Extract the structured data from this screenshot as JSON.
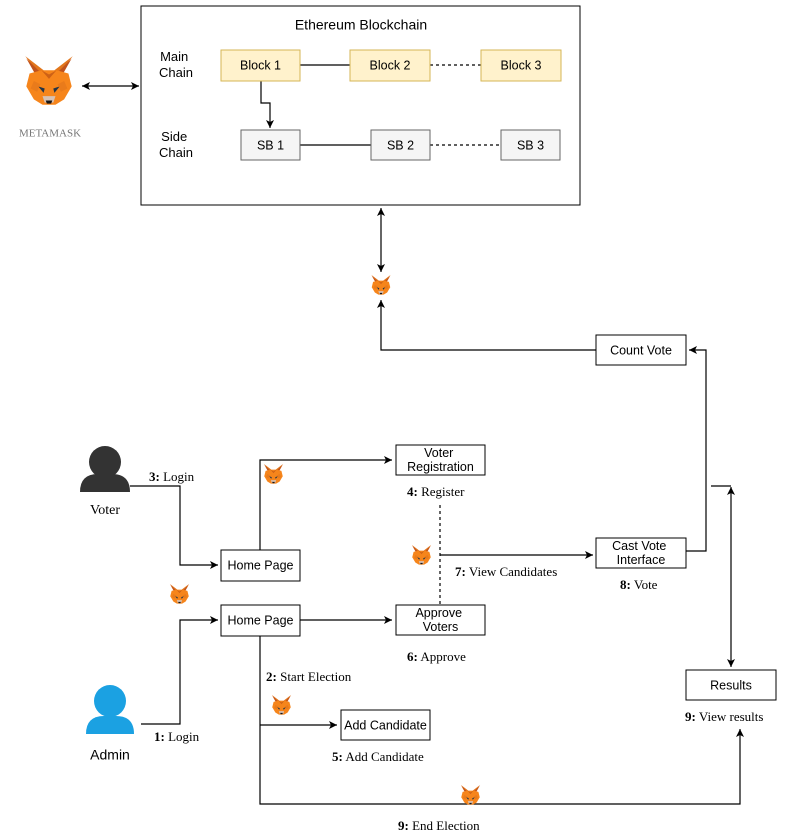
{
  "colors": {
    "block_fill": "#fff2cc",
    "block_stroke": "#d6b656",
    "sidechain_fill": "#f5f5f5",
    "sidechain_stroke": "#666666",
    "voter_icon": "#333333",
    "admin_icon": "#1ba1e2",
    "fox_orange": "#e2761b"
  },
  "blockchain": {
    "title": "Ethereum Blockchain",
    "main_chain_label": [
      "Main",
      "Chain"
    ],
    "side_chain_label": [
      "Side",
      "Chain"
    ],
    "blocks": [
      "Block 1",
      "Block 2",
      "Block 3"
    ],
    "side_blocks": [
      "SB 1",
      "SB 2",
      "SB 3"
    ]
  },
  "metamask": {
    "label": "METAMASK",
    "icon": "metamask-fox-icon"
  },
  "actors": {
    "voter": "Voter",
    "admin": "Admin"
  },
  "nodes": {
    "count_vote": "Count Vote",
    "voter_registration": [
      "Voter",
      "Registration"
    ],
    "home_page_voter": "Home Page",
    "home_page_admin": "Home Page",
    "approve_voters": [
      "Approve",
      "Voters"
    ],
    "cast_vote": [
      "Cast Vote",
      "Interface"
    ],
    "results": "Results",
    "add_candidate": "Add Candidate"
  },
  "steps": {
    "s3_num": "3:",
    "s3_text": " Login",
    "s4_num": "4:",
    "s4_text": " Register",
    "s7_num": "7:",
    "s7_text": " View Candidates",
    "s8_num": "8:",
    "s8_text": " Vote",
    "s6_num": "6:",
    "s6_text": " Approve",
    "s2_num": "2:",
    "s2_text": " Start Election",
    "s9r_num": "9:",
    "s9r_text": " View results",
    "s1_num": "1:",
    "s1_text": " Login",
    "s5_num": "5:",
    "s5_text": " Add Candidate",
    "s9e_num": "9:",
    "s9e_text": " End Election"
  }
}
